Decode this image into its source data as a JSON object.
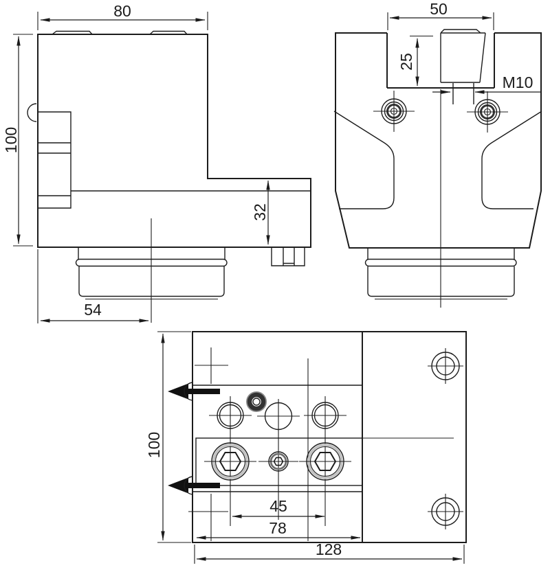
{
  "side_view": {
    "dim_top_width": "80",
    "dim_height": "100",
    "dim_step_height": "32",
    "dim_shank_offset": "54"
  },
  "front_view": {
    "dim_slot_width": "50",
    "dim_slot_depth": "25",
    "dim_thread": "M10"
  },
  "top_view": {
    "dim_height": "100",
    "dim_screw_spacing": "45",
    "dim_head_width": "78",
    "dim_total_width": "128"
  }
}
